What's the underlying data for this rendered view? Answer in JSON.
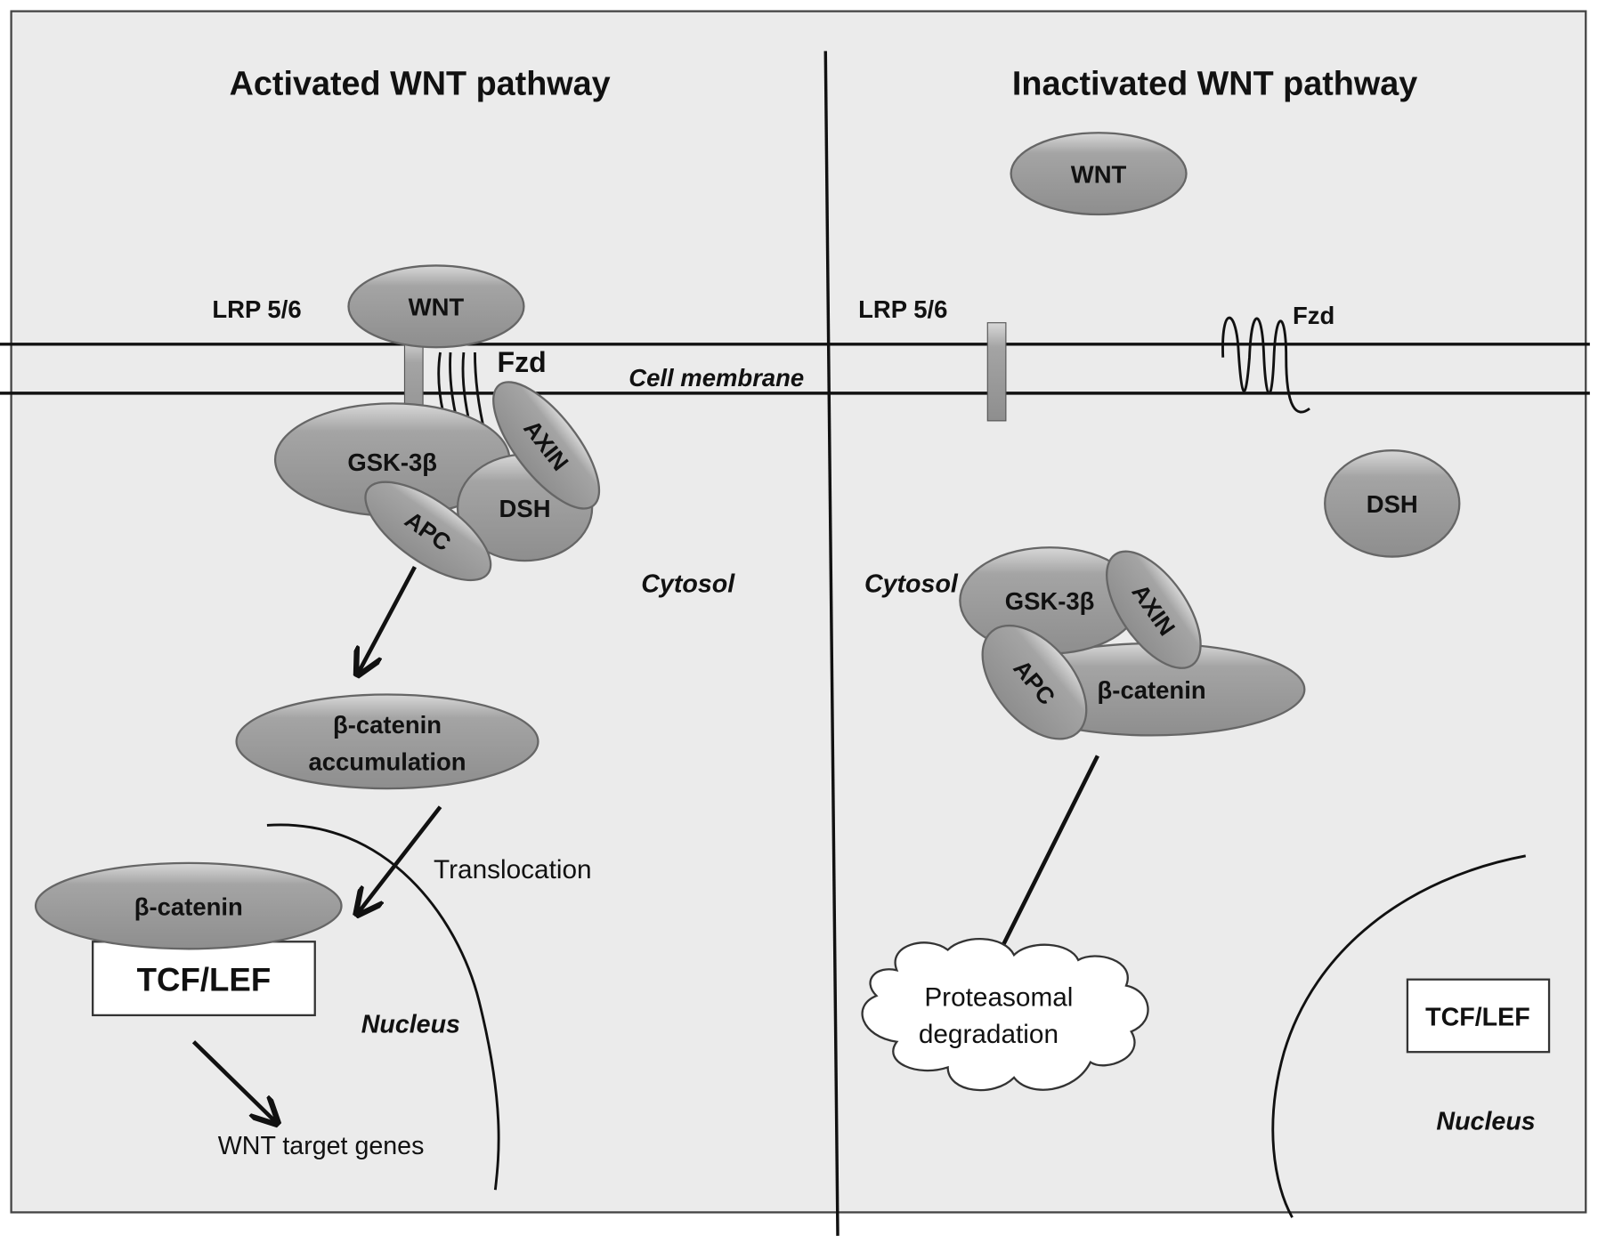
{
  "colors": {
    "background": "#ebebeb",
    "protein_fill": "#9c9c9c",
    "protein_highlight": "#d8d8d8",
    "line": "#111111"
  },
  "left": {
    "title": "Activated WNT pathway",
    "wnt": "WNT",
    "lrp": "LRP 5/6",
    "fzd": "Fzd",
    "membrane": "Cell membrane",
    "gsk": "GSK-3β",
    "axin": "AXIN",
    "dsh": "DSH",
    "apc": "APC",
    "cytosol": "Cytosol",
    "accum_line1": "β-catenin",
    "accum_line2": "accumulation",
    "translocation": "Translocation",
    "bcat": "β-catenin",
    "tcf": "TCF/LEF",
    "nucleus": "Nucleus",
    "targets": "WNT target genes"
  },
  "right": {
    "title": "Inactivated WNT pathway",
    "wnt": "WNT",
    "lrp": "LRP 5/6",
    "fzd": "Fzd",
    "dsh": "DSH",
    "cytosol": "Cytosol",
    "gsk": "GSK-3β",
    "axin": "AXIN",
    "apc": "APC",
    "bcat": "β-catenin",
    "deg_line1": "Proteasomal",
    "deg_line2": "degradation",
    "tcf": "TCF/LEF",
    "nucleus": "Nucleus"
  }
}
